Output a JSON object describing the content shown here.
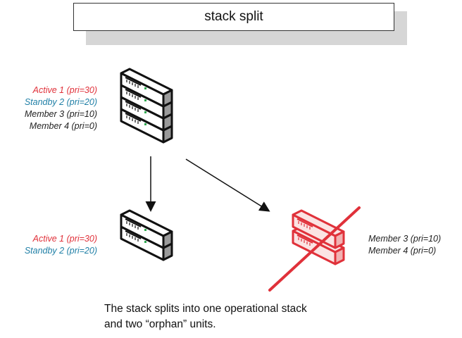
{
  "title": "stack split",
  "top_stack": {
    "labels": [
      "Active 1 (pri=30)",
      "Standby 2 (pri=20)",
      "Member 3 (pri=10)",
      "Member 4 (pri=0)"
    ],
    "label_colors": [
      "#e0313a",
      "#1f7fa6",
      "#222222",
      "#222222"
    ]
  },
  "left_stack": {
    "labels": [
      "Active 1 (pri=30)",
      "Standby 2 (pri=20)"
    ]
  },
  "right_stack": {
    "labels": [
      "Member 3 (pri=10)",
      "Member 4 (pri=0)"
    ],
    "status": "orphan-crossed-out"
  },
  "caption": {
    "line1": "The stack splits into one operational stack",
    "line2": "and two “orphan” units."
  },
  "colors": {
    "active": "#e0313a",
    "standby": "#1f7fa6",
    "member": "#222222",
    "orphan": "#e0313a"
  }
}
